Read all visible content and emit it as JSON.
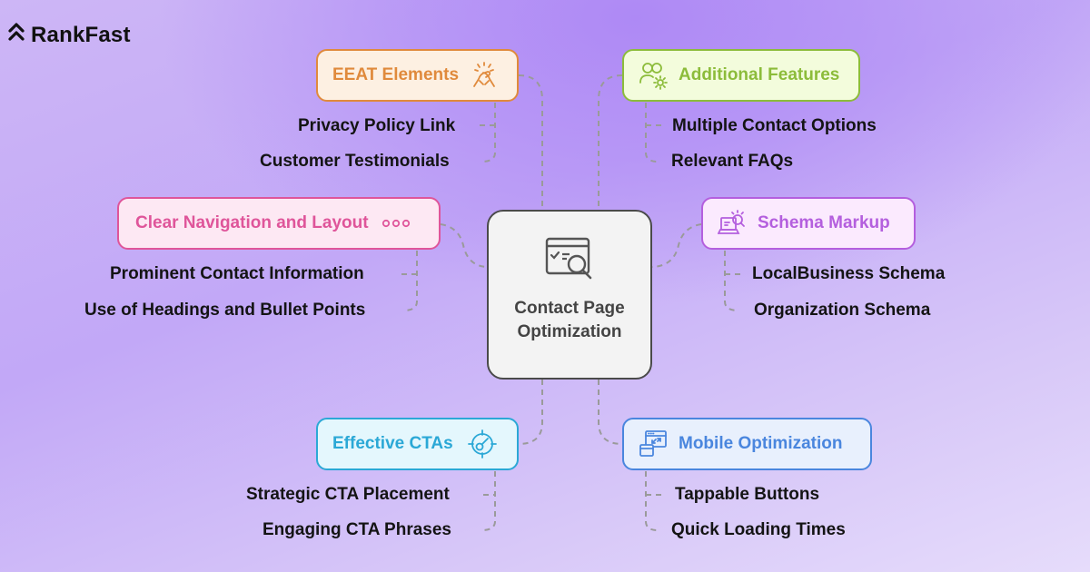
{
  "brand": {
    "name": "RankFast",
    "icon": "double-chevron-up-icon"
  },
  "center": {
    "title": "Contact Page Optimization",
    "icon": "browser-checklist-search-icon"
  },
  "branches": [
    {
      "id": "eeat",
      "label": "EEAT Elements",
      "icon": "handshake-icon",
      "color": "#e08a3c",
      "bg": "#fdf0e2",
      "items": [
        "Privacy Policy Link",
        "Customer Testimonials"
      ]
    },
    {
      "id": "additional",
      "label": "Additional Features",
      "icon": "users-gear-icon",
      "color": "#8cbc3a",
      "bg": "#f3fcdc",
      "items": [
        "Multiple Contact Options",
        "Relevant FAQs"
      ]
    },
    {
      "id": "navigation",
      "label": "Clear Navigation and Layout",
      "icon": "three-dots-icon",
      "color": "#df559a",
      "bg": "#fde8f3",
      "items": [
        "Prominent Contact Information",
        "Use of Headings and Bullet Points"
      ]
    },
    {
      "id": "schema",
      "label": "Schema Markup",
      "icon": "laptop-search-icon",
      "color": "#b45fde",
      "bg": "#fbeafe",
      "items": [
        "LocalBusiness Schema",
        "Organization Schema"
      ]
    },
    {
      "id": "cta",
      "label": "Effective CTAs",
      "icon": "target-icon",
      "color": "#2ba8d6",
      "bg": "#e4f7fd",
      "items": [
        "Strategic CTA Placement",
        "Engaging CTA Phrases"
      ]
    },
    {
      "id": "mobile",
      "label": "Mobile Optimization",
      "icon": "responsive-windows-icon",
      "color": "#4a86de",
      "bg": "#e8f0fd",
      "items": [
        "Tappable Buttons",
        "Quick Loading Times"
      ]
    }
  ]
}
